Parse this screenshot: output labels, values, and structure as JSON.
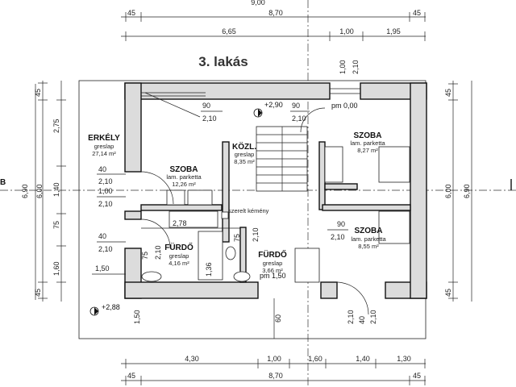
{
  "title": "3. lakás",
  "top_dims": {
    "cut_top": "9,00",
    "row1": [
      "45",
      "8,70",
      "45"
    ],
    "row2": [
      "6,65",
      "1,00",
      "1,95"
    ]
  },
  "bottom_dims": {
    "row1": [
      "4,30",
      "1,00",
      "1,60",
      "1,40",
      "1,30"
    ],
    "row2": [
      "45",
      "8,70",
      "45"
    ]
  },
  "left_dims": {
    "outer": [
      "45",
      "2,75",
      "1,40",
      "75",
      "1,60",
      "45"
    ],
    "total_outer": "6,90",
    "total_inner": "6,00"
  },
  "right_dims": {
    "total_inner": "6,00",
    "total_outer": "6,90",
    "top": [
      "45"
    ],
    "bottom": [
      "45"
    ]
  },
  "rooms": {
    "erkely": {
      "name": "ERKÉLY",
      "floor": "greslap",
      "area": "27,14 m²"
    },
    "szoba_left": {
      "name": "SZOBA",
      "floor": "lam. parketta",
      "area": "12,26 m²"
    },
    "kozl": {
      "name": "KÖZL.",
      "floor": "greslap",
      "area": "8,35 m²"
    },
    "szoba_tr": {
      "name": "SZOBA",
      "floor": "lam. parketta",
      "area": "8,27 m²"
    },
    "szoba_mr": {
      "name": "SZOBA",
      "floor": "lam. parketta",
      "area": "8,55 m²"
    },
    "furdo_left": {
      "name": "FÜRDŐ",
      "floor": "greslap",
      "area": "4,16 m²"
    },
    "furdo_mid": {
      "name": "FÜRDŐ",
      "floor": "greslap",
      "area": "3,66 m²"
    }
  },
  "levels": {
    "entry": "+2,90",
    "pm": "pm 0,00",
    "terrace": "+2,88",
    "pm_bath": "pm 1,50"
  },
  "labels": {
    "chimney": "szerelt kémény",
    "l90a": "90",
    "l210a": "2,10",
    "l90b": "90",
    "l210b": "2,10",
    "l40a": "40",
    "l210c": "2,10",
    "l100": "1,00",
    "l210d": "2,10",
    "l40b": "40",
    "l210e": "2,10",
    "l150": "1,50",
    "l278": "2,78",
    "l75a": "75",
    "l210f": "2,10",
    "l75b": "75",
    "l210g": "2,10",
    "l136": "1,36",
    "l90c": "90",
    "l210h": "2,10",
    "l100v": "1,00",
    "l210v": "2,10",
    "l150v": "1,50",
    "l60": "60",
    "l210r1": "2,10",
    "l40r": "40",
    "l210r2": "2,10"
  },
  "section": {
    "left": "B",
    "right": "B"
  }
}
